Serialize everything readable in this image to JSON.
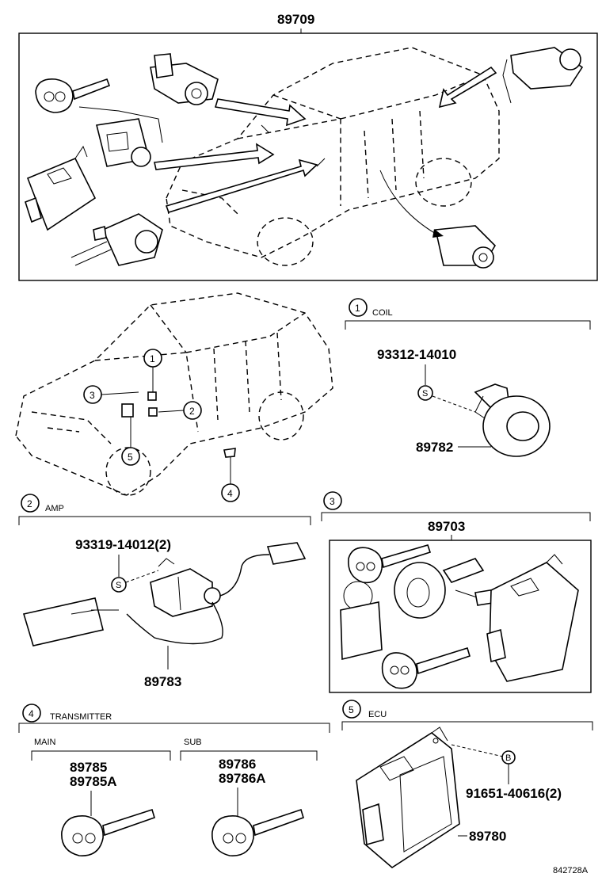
{
  "parts": {
    "top_set": "89709",
    "coil_screw": "93312-14010",
    "coil": "89782",
    "amp_screw": "93319-14012(2)",
    "amp": "89783",
    "key_set": "89703",
    "main_key_1": "89785",
    "main_key_2": "89785A",
    "sub_key_1": "89786",
    "sub_key_2": "89786A",
    "ecu_bolt": "91651-40616(2)",
    "ecu": "89780"
  },
  "sections": {
    "coil": {
      "index": "1",
      "label": "COIL"
    },
    "amp": {
      "index": "2",
      "label": "AMP"
    },
    "key_set": {
      "index": "3"
    },
    "transmitter": {
      "index": "4",
      "label": "TRANSMITTER",
      "main": "MAIN",
      "sub": "SUB"
    },
    "ecu": {
      "index": "5",
      "label": "ECU"
    }
  },
  "markers": {
    "s": "S",
    "b": "B"
  },
  "callouts": [
    "1",
    "2",
    "3",
    "4",
    "5"
  ],
  "figure_id": "842728A"
}
